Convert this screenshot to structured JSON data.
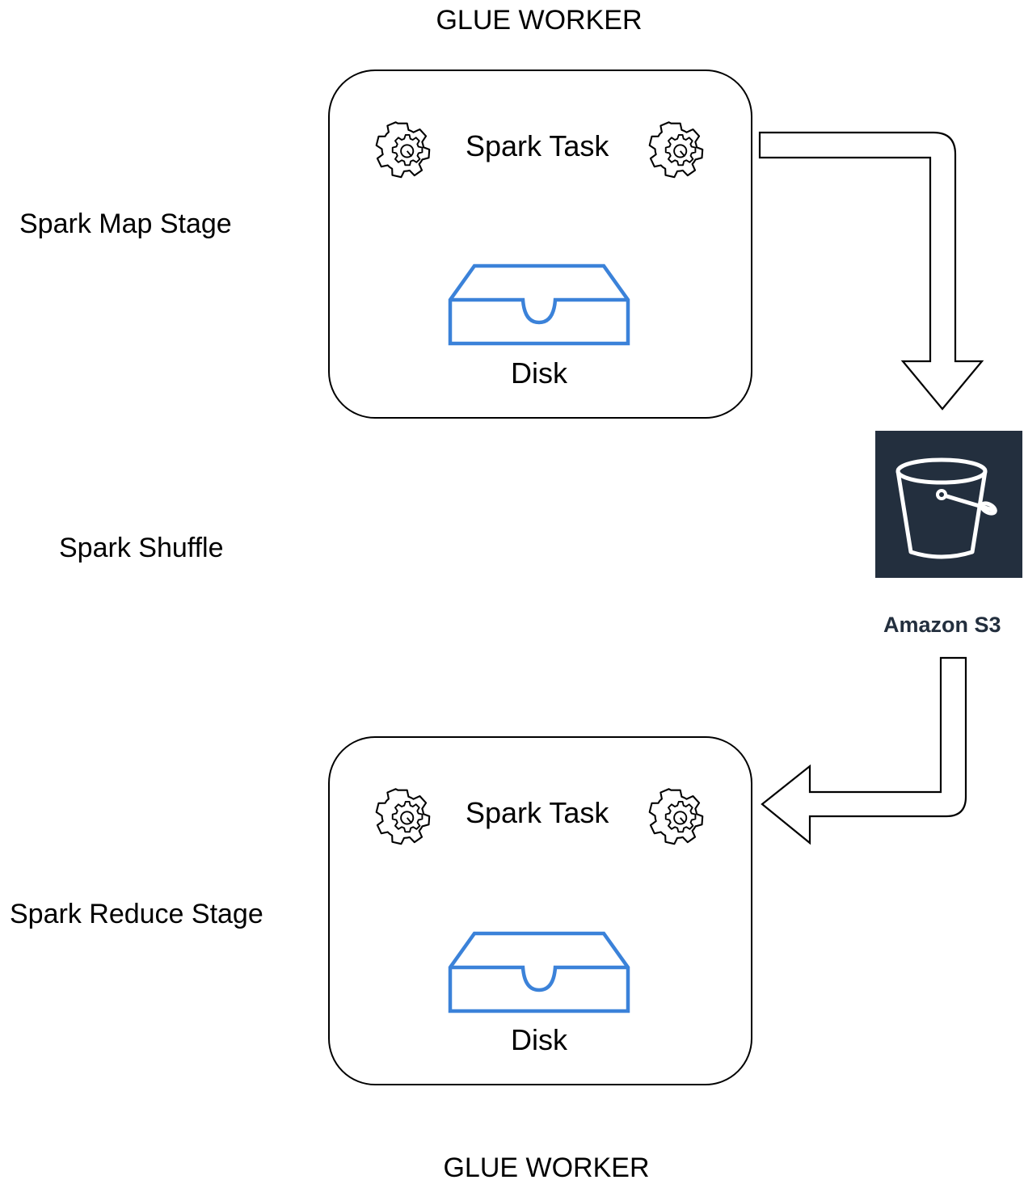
{
  "diagram": {
    "top_worker": {
      "title": "GLUE WORKER",
      "task_label": "Spark Task",
      "disk_label": "Disk"
    },
    "bottom_worker": {
      "title": "GLUE WORKER",
      "task_label": "Spark Task",
      "disk_label": "Disk"
    },
    "stages": {
      "map": "Spark Map Stage",
      "shuffle": "Spark Shuffle",
      "reduce": "Spark Reduce Stage"
    },
    "storage": {
      "label": "Amazon S3",
      "icon": "s3-bucket-icon"
    },
    "colors": {
      "disk_icon": "#3b82d9",
      "s3_tile": "#232f3e",
      "s3_label": "#232f3e",
      "outline": "#000000"
    },
    "icons": {
      "task": "gear-icon",
      "disk": "disk-tray-icon",
      "flow_arrow": "hollow-arrow"
    }
  }
}
